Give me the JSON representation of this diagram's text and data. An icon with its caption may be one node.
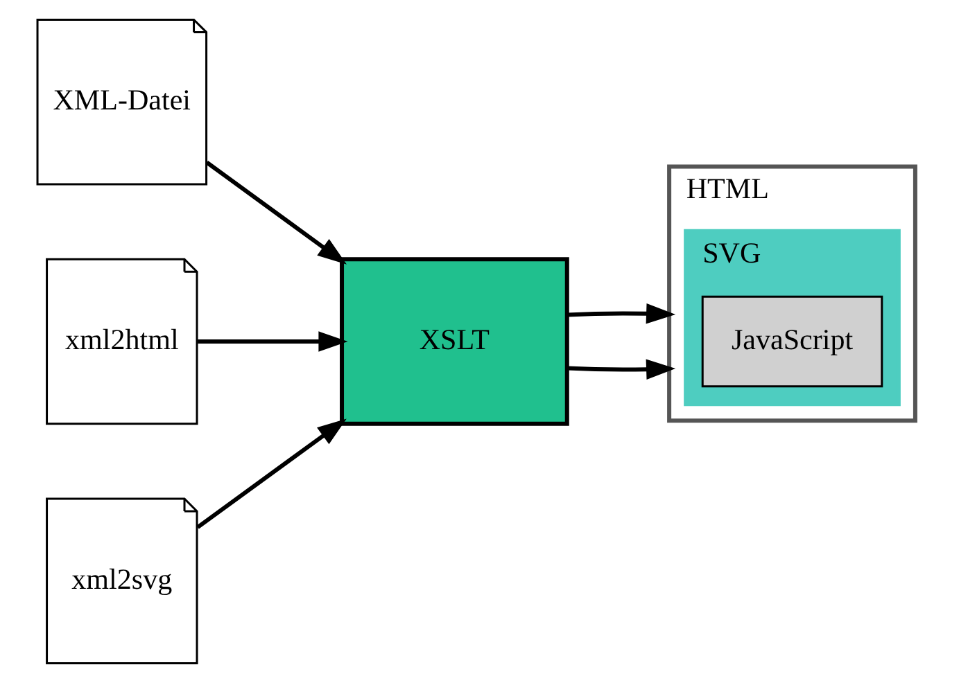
{
  "diagram": {
    "nodes": [
      {
        "text": [
          "XML-Datei"
        ]
      },
      {
        "text": [
          "XSLT"
        ]
      },
      {
        "text": [
          "xml2html"
        ]
      },
      {
        "text": [
          "xml2svg"
        ]
      },
      {
        "text": [
          "HTML"
        ]
      },
      {
        "text": [
          "SVG"
        ],
        "in": 4
      },
      {
        "text": [
          "JavaScript"
        ],
        "in": 5
      }
    ],
    "edges": [
      {
        "from": 0,
        "to": 1,
        "arrow": "to"
      },
      {
        "from": 2,
        "to": 1,
        "arrow": "to"
      },
      {
        "from": 3,
        "to": 1,
        "arrow": "to"
      },
      {
        "from": 1,
        "to": 4,
        "arrow": "to"
      },
      {
        "from": 1,
        "to": 4,
        "arrow": "to"
      }
    ]
  }
}
